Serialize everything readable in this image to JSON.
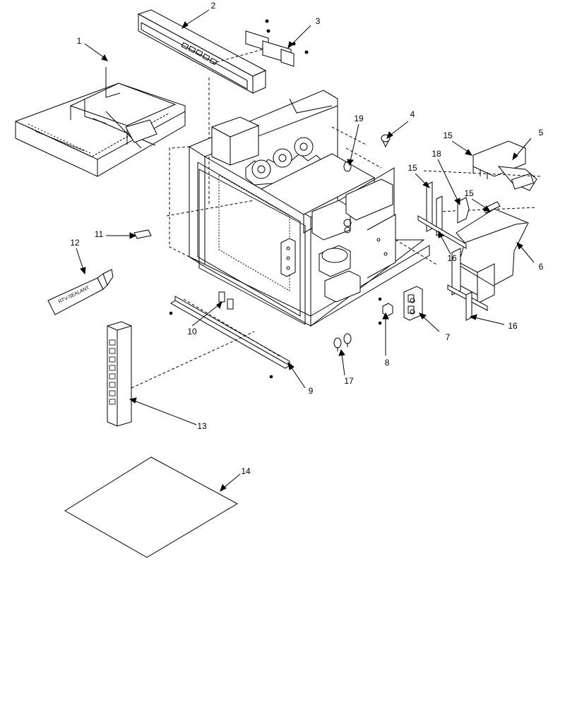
{
  "diagram": {
    "type": "exploded-parts-diagram",
    "line_color": "#000000",
    "background": "#ffffff",
    "tube_label": "RTV-SEALANT"
  },
  "callouts": [
    {
      "id": "1",
      "label": "1"
    },
    {
      "id": "2",
      "label": "2"
    },
    {
      "id": "3",
      "label": "3"
    },
    {
      "id": "4",
      "label": "4"
    },
    {
      "id": "5",
      "label": "5"
    },
    {
      "id": "6",
      "label": "6"
    },
    {
      "id": "7",
      "label": "7"
    },
    {
      "id": "8",
      "label": "8"
    },
    {
      "id": "9",
      "label": "9"
    },
    {
      "id": "10",
      "label": "10"
    },
    {
      "id": "11",
      "label": "11"
    },
    {
      "id": "12",
      "label": "12"
    },
    {
      "id": "13",
      "label": "13"
    },
    {
      "id": "14",
      "label": "14"
    },
    {
      "id": "15a",
      "label": "15"
    },
    {
      "id": "15b",
      "label": "15"
    },
    {
      "id": "15c",
      "label": "15"
    },
    {
      "id": "16a",
      "label": "16"
    },
    {
      "id": "16b",
      "label": "16"
    },
    {
      "id": "17",
      "label": "17"
    },
    {
      "id": "18",
      "label": "18"
    },
    {
      "id": "19",
      "label": "19"
    }
  ]
}
